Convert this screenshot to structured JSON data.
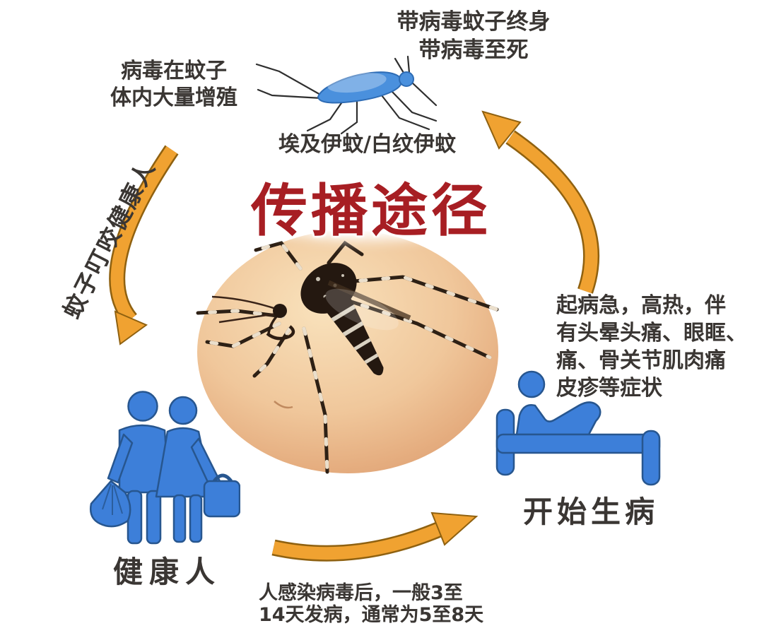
{
  "title": "传播途径",
  "labels": {
    "mosquito_note_line1": "带病毒蚊子终身",
    "mosquito_note_line2": "带病毒至死",
    "virus_note_line1": "病毒在蚊子",
    "virus_note_line2": "体内大量增殖",
    "species": "埃及伊蚊/白纹伊蚊",
    "bite_arrow": "蚊子叮咬健康人",
    "healthy": "健康人",
    "sick": "开始生病",
    "symptoms_line1": "起病急，高热，伴",
    "symptoms_line2": "有头晕头痛、眼眶、",
    "symptoms_line3": "痛、骨关节肌肉痛",
    "symptoms_line4": "皮疹等症状",
    "incubation_line1": "人感染病毒后，一般3至",
    "incubation_line2": "14天发病，通常为5至8天"
  },
  "colors": {
    "title_red": "#a71e23",
    "arrow_orange": "#f0a231",
    "arrow_outline": "#8f6110",
    "icon_blue": "#3d7fd9",
    "icon_blue_outline": "#27568f",
    "skin_tone": "#eec094",
    "text": "#3a3633",
    "background": "#ffffff"
  },
  "icons": {
    "top": "cartoon-mosquito-icon",
    "center": "biting-mosquito-photo",
    "bottom_left": "healthy-couple-icon",
    "bottom_right": "person-in-bed-icon",
    "arrows": [
      "cycle-arrow-left",
      "cycle-arrow-bottom",
      "cycle-arrow-right"
    ]
  }
}
